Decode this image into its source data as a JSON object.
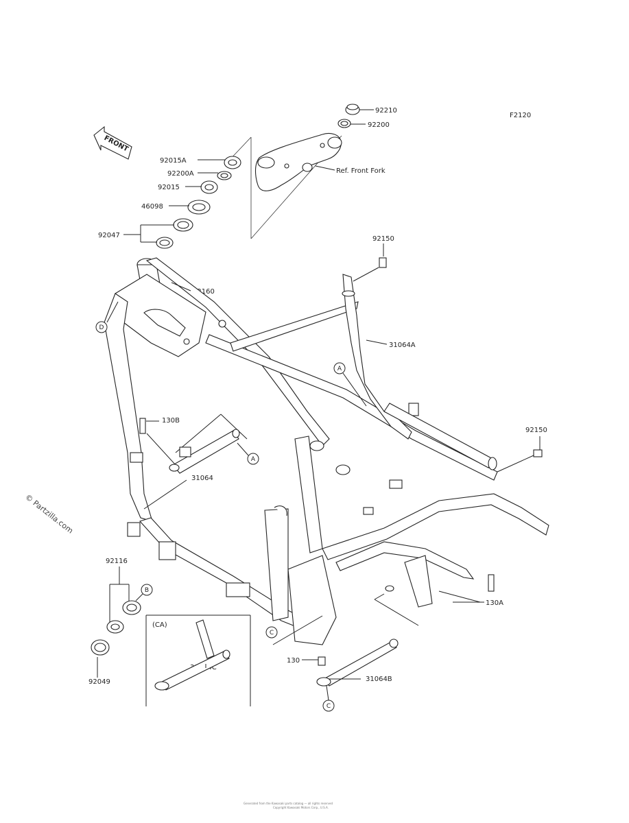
{
  "diagram": {
    "code": "F2120",
    "front_label": "FRONT",
    "watermark": "© Partzilla.com",
    "ca_label": "(CA)",
    "footer_line1": "Generated from the Kawasaki parts catalog — all rights reserved",
    "footer_line2": "Copyright Kawasaki Motors Corp., U.S.A."
  },
  "parts": [
    {
      "id": "p92210",
      "number": "92210"
    },
    {
      "id": "p92200",
      "number": "92200"
    },
    {
      "id": "pref",
      "number": "Ref. Front Fork"
    },
    {
      "id": "p92015a",
      "number": "92015A"
    },
    {
      "id": "p92200a",
      "number": "92200A"
    },
    {
      "id": "p92015",
      "number": "92015"
    },
    {
      "id": "p46098",
      "number": "46098"
    },
    {
      "id": "p92047",
      "number": "92047"
    },
    {
      "id": "p32160",
      "number": "32160"
    },
    {
      "id": "p92150a",
      "number": "92150"
    },
    {
      "id": "p31064a",
      "number": "31064A"
    },
    {
      "id": "p92150b",
      "number": "92150"
    },
    {
      "id": "p130b",
      "number": "130B"
    },
    {
      "id": "p31064",
      "number": "31064"
    },
    {
      "id": "p92116",
      "number": "92116"
    },
    {
      "id": "p92049",
      "number": "92049"
    },
    {
      "id": "p31064c",
      "number": "31064C"
    },
    {
      "id": "p130",
      "number": "130"
    },
    {
      "id": "p31064b",
      "number": "31064B"
    },
    {
      "id": "p130a",
      "number": "130A"
    }
  ],
  "callouts": {
    "a": "A",
    "b": "B",
    "c": "C",
    "d": "D"
  }
}
